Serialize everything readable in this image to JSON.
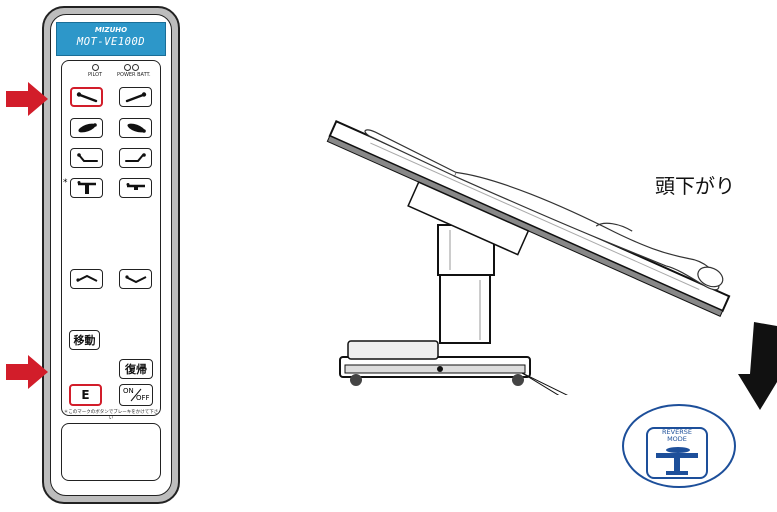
{
  "remote": {
    "brand": "MIZUHO",
    "model": "MOT-VE100D",
    "indicators": {
      "pilot": "PILOT",
      "power_batt": "POWER BATT."
    },
    "asterisk": "*",
    "move_label": "移動",
    "restore_label": "復帰",
    "e_label": "E",
    "on_label": "ON",
    "off_label": "OFF",
    "note": "＊このマークのボタンでブレーキをかけて下さい"
  },
  "diagram": {
    "label": "頭下がり",
    "mode_badge": {
      "line1": "REVERSE",
      "line2": "MODE"
    }
  },
  "colors": {
    "accent_red": "#d21d2a",
    "header_blue": "#2d97c9",
    "badge_blue": "#1d4f9a",
    "casing_gray": "#bdbdbd"
  }
}
